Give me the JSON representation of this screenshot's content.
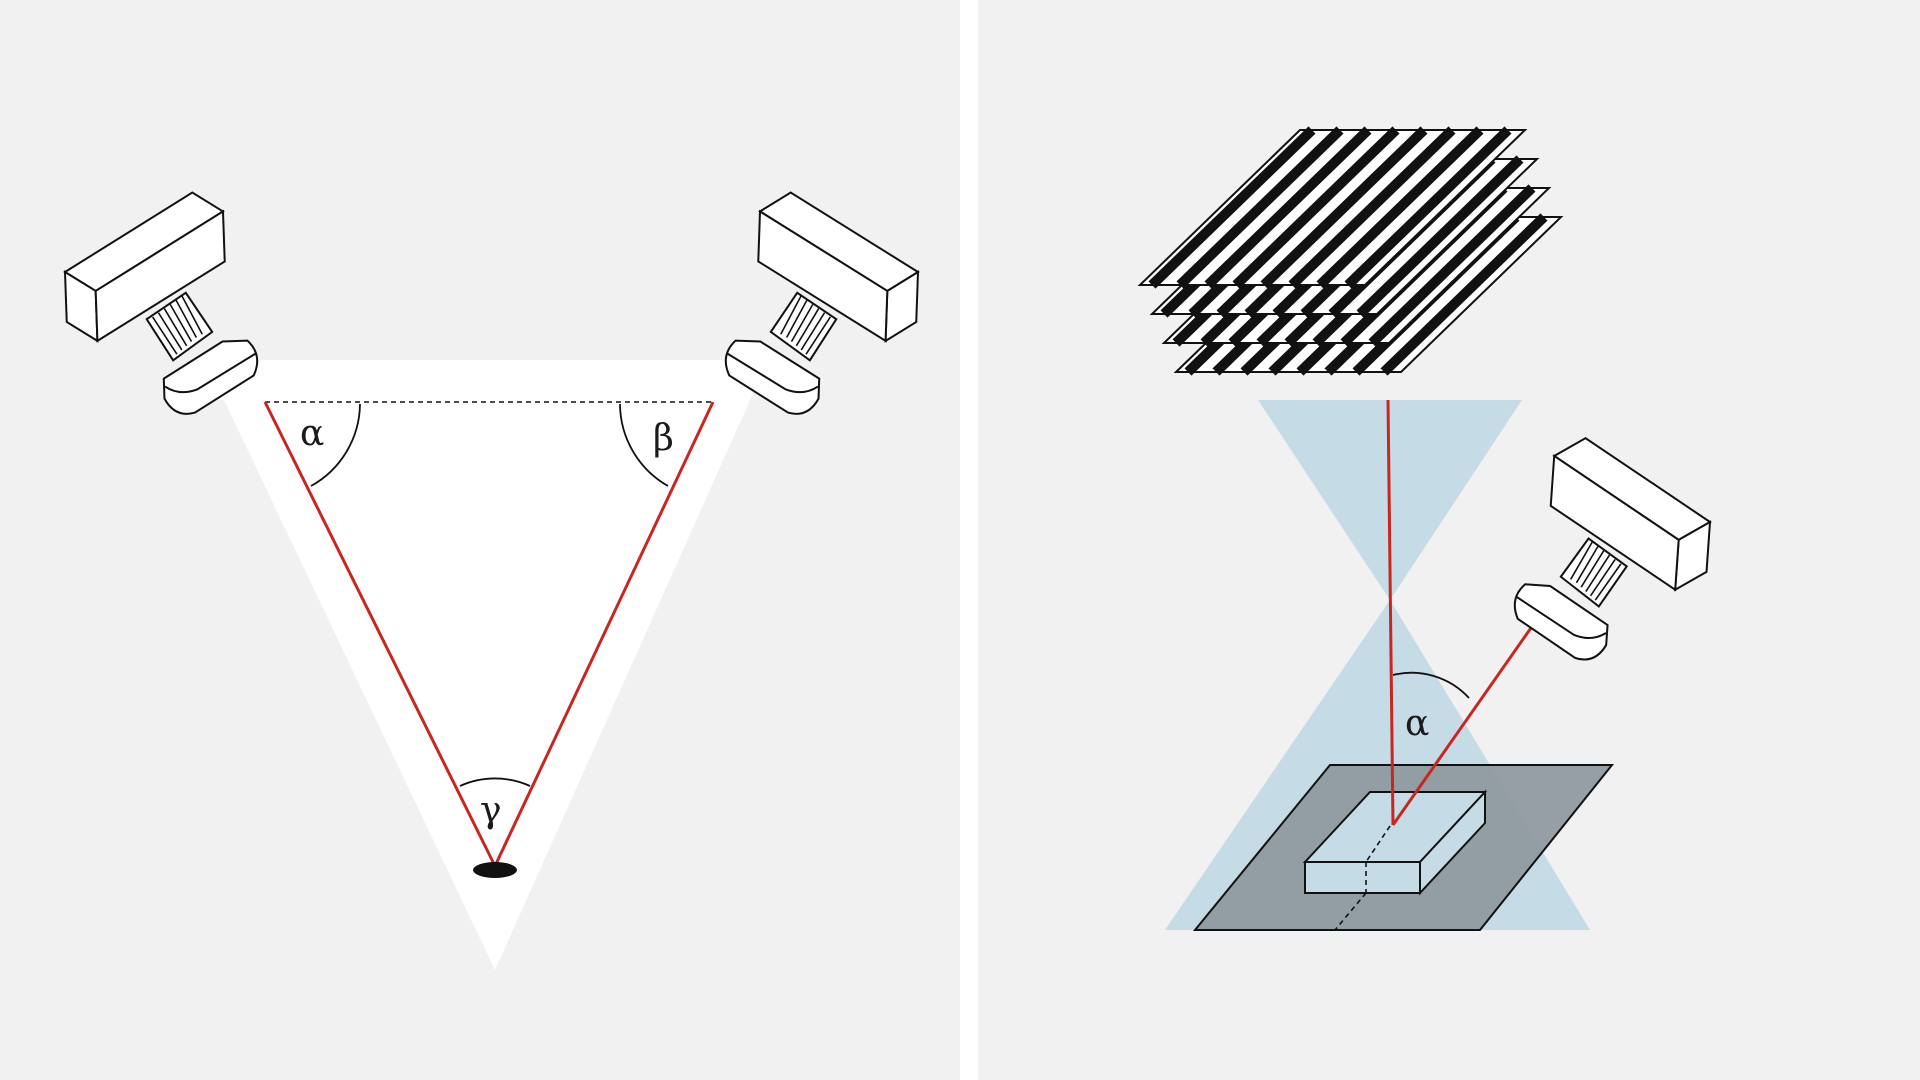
{
  "colors": {
    "background": "#f1f1f1",
    "divider": "#ffffff",
    "field_of_view": "#ffffff",
    "ray": "#c8271f",
    "projection_cone": "#c5dbe6",
    "ground_plane": "#8f9aa0",
    "outline": "#111111"
  },
  "left_panel": {
    "angle_alpha": "α",
    "angle_beta": "β",
    "angle_gamma": "γ"
  },
  "right_panel": {
    "angle_alpha": "α"
  }
}
